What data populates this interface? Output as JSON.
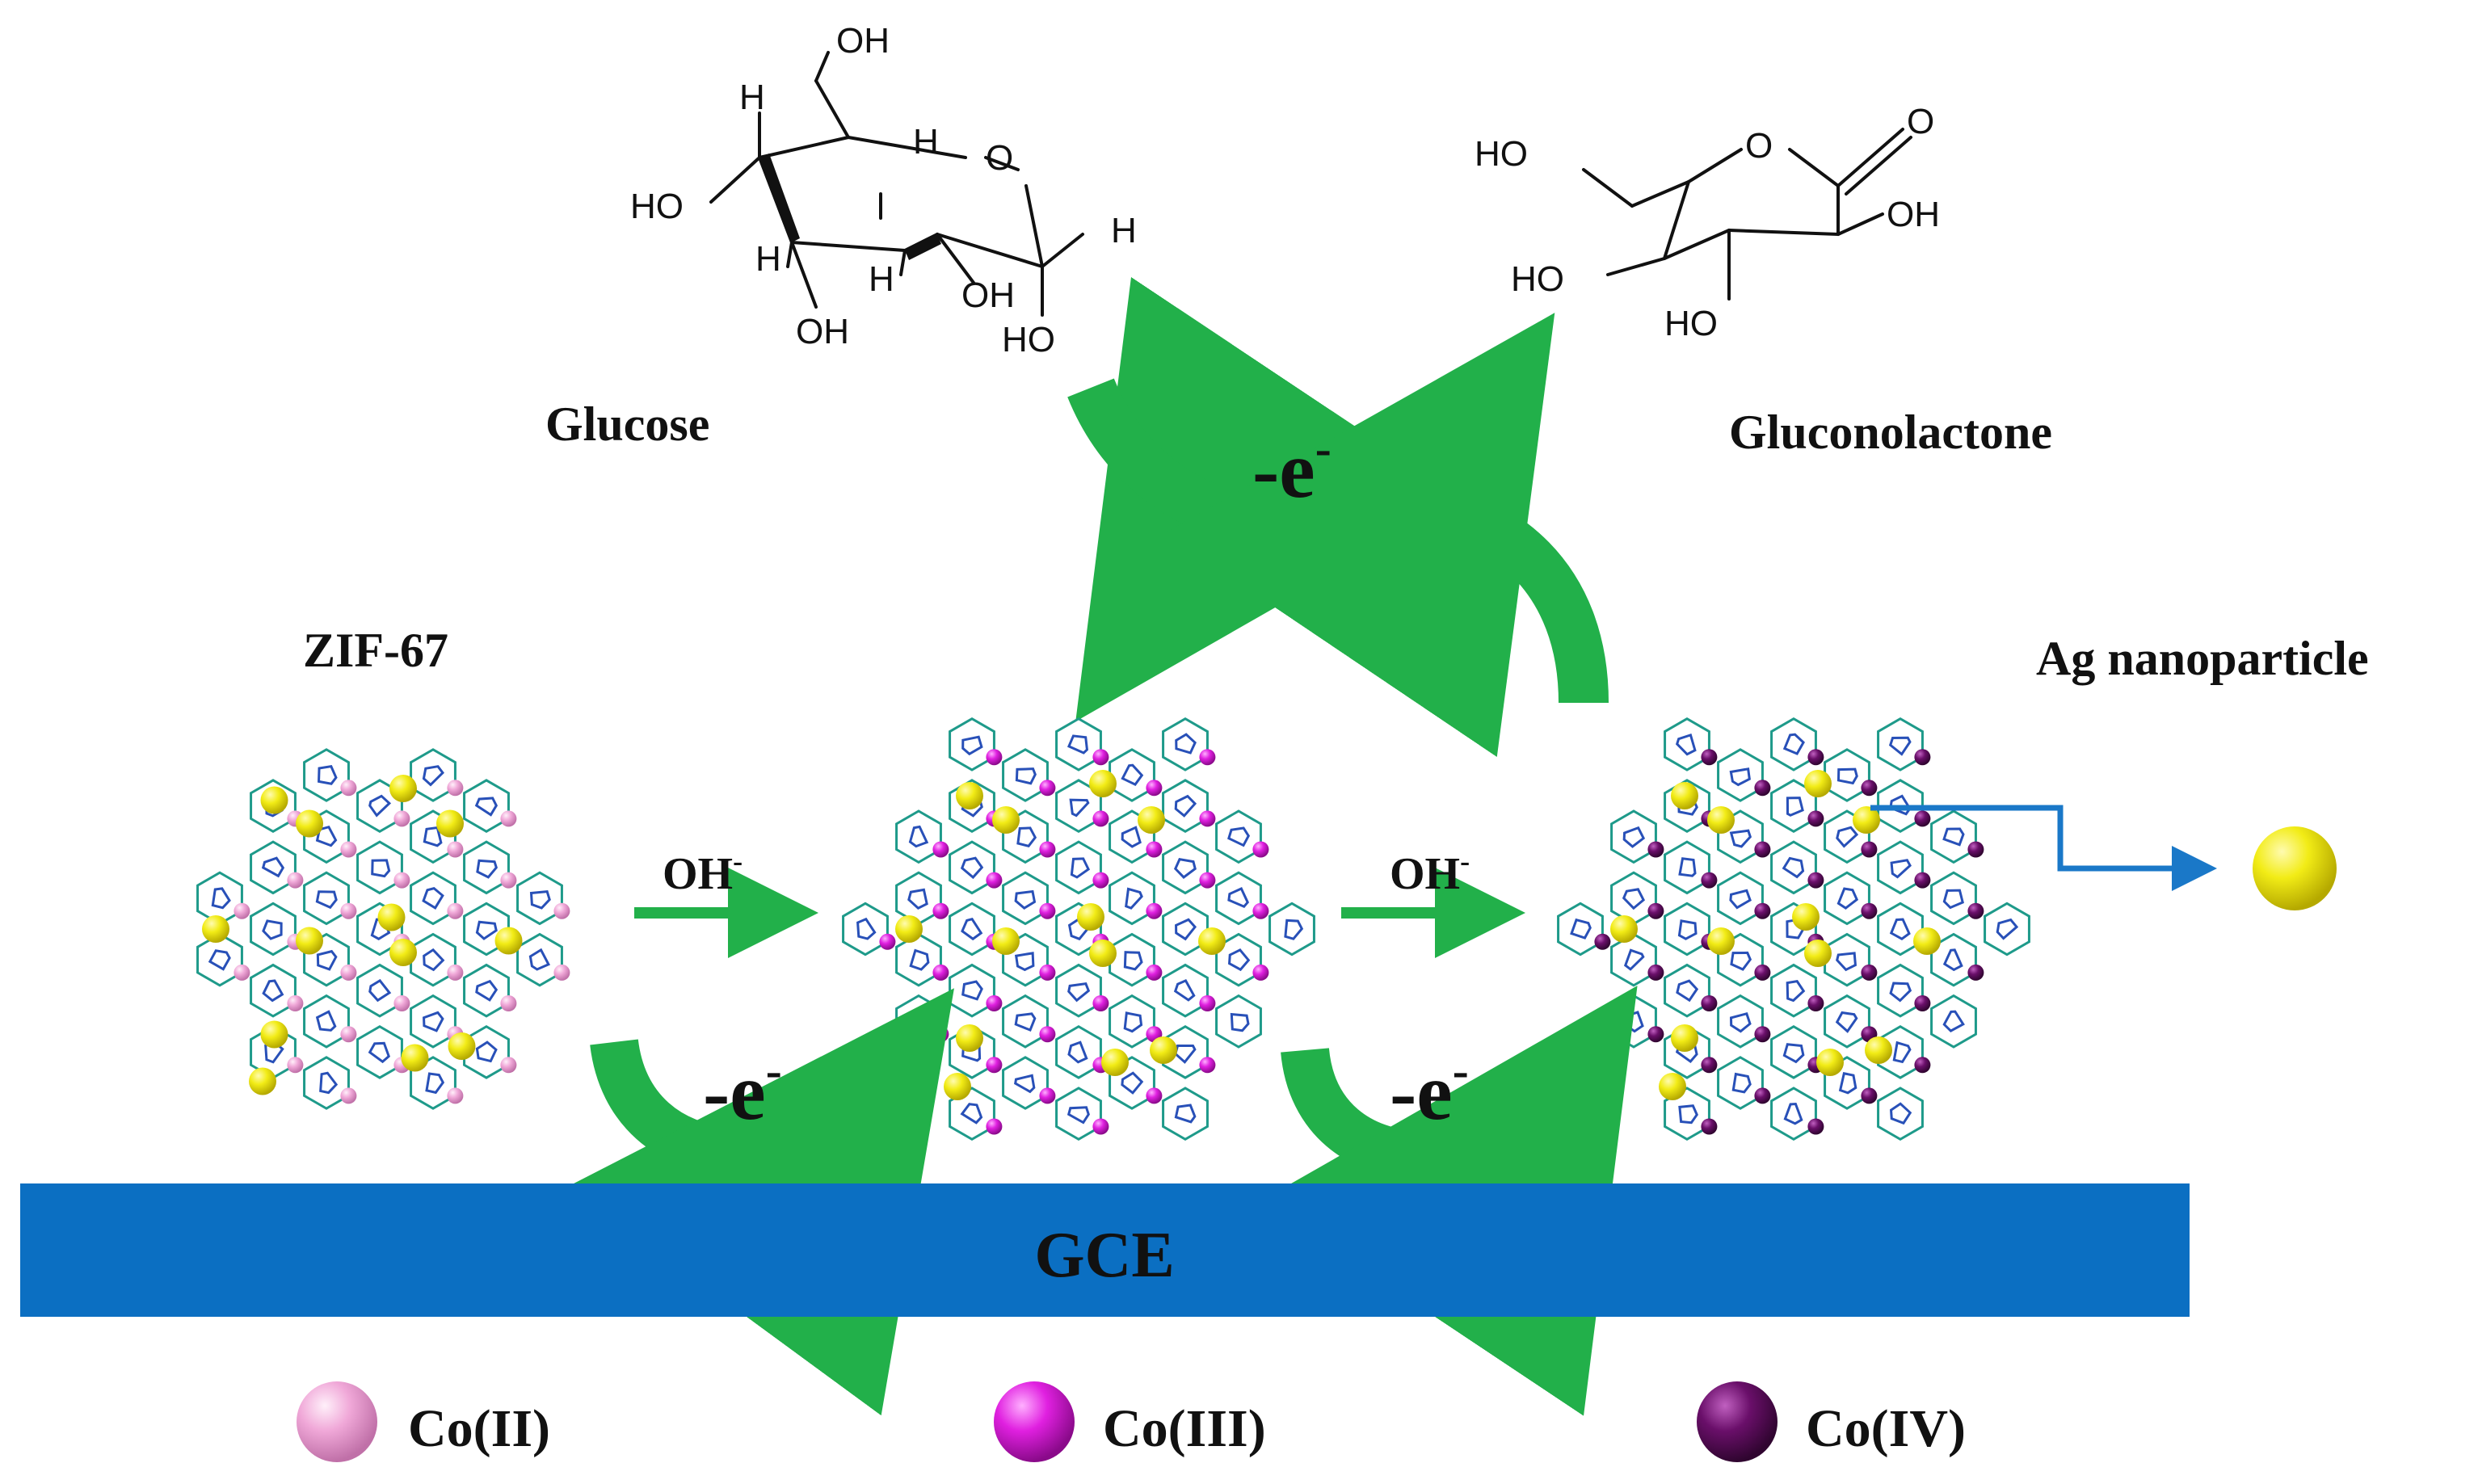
{
  "molecules": {
    "glucose": {
      "name": "Glucose",
      "atoms": [
        "OH",
        "H",
        "H",
        "O",
        "HO",
        "H",
        "H",
        "H",
        "OH",
        "OH",
        "HO"
      ]
    },
    "gluconolactone": {
      "name": "Gluconolactone",
      "atoms": [
        "O",
        "O",
        "HO",
        "OH",
        "HO",
        "HO"
      ]
    }
  },
  "frameworks": {
    "zif67": {
      "name": "ZIF-67",
      "metal_state": "Co(II)"
    },
    "middle": {
      "metal_state": "Co(III)"
    },
    "right": {
      "metal_state": "Co(IV)"
    }
  },
  "arrows": {
    "oh_label": "OH",
    "oh_sup": "-",
    "electron_label": "-e",
    "electron_sup": "-"
  },
  "particle": {
    "name": "Ag nanoparticle"
  },
  "electrode": {
    "name": "GCE"
  },
  "legend": [
    {
      "label": "Co(II)",
      "color": "#f0a8d8"
    },
    {
      "label": "Co(III)",
      "color": "#e020e0"
    },
    {
      "label": "Co(IV)",
      "color": "#6a0f6a"
    }
  ],
  "colors": {
    "arrow_green": "#22b04a",
    "electrode_blue": "#0b6fc2",
    "ag_yellow": "#f2ec16",
    "pointer_blue": "#1a78c8",
    "linker": "#1e9a8a",
    "n_atom": "#2850b8"
  }
}
